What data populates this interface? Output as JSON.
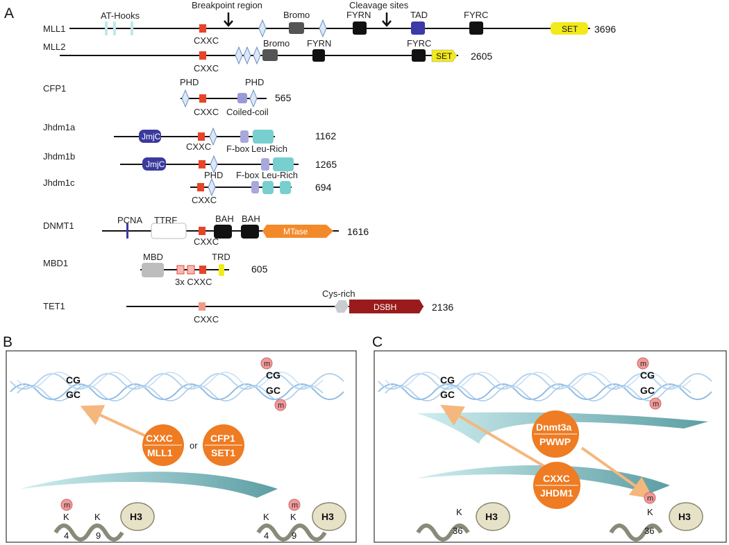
{
  "panels": {
    "a": "A",
    "b": "B",
    "c": "C"
  },
  "proteins": {
    "mll1": {
      "name": "MLL1",
      "length": "3696"
    },
    "mll2": {
      "name": "MLL2",
      "length": "2605"
    },
    "cfp1": {
      "name": "CFP1",
      "length": "565"
    },
    "jhdm1a": {
      "name": "Jhdm1a",
      "length": "1162"
    },
    "jhdm1b": {
      "name": "Jhdm1b",
      "length": "1265"
    },
    "jhdm1c": {
      "name": "Jhdm1c",
      "length": "694"
    },
    "dnmt1": {
      "name": "DNMT1",
      "length": "1616"
    },
    "mbd1": {
      "name": "MBD1",
      "length": "605"
    },
    "tet1": {
      "name": "TET1",
      "length": "2136"
    }
  },
  "domains": {
    "at_hooks": "AT-Hooks",
    "breakpoint": "Breakpoint region",
    "bromo": "Bromo",
    "cleavage": "Cleavage sites",
    "fyrn": "FYRN",
    "tad": "TAD",
    "fyrc": "FYRC",
    "set": "SET",
    "cxxc": "CXXC",
    "phd": "PHD",
    "coiled_coil": "Coiled-coil",
    "jmjc": "JmjC",
    "fbox": "F-box",
    "leu_rich": "Leu-Rich",
    "pcna": "PCNA",
    "ttrf": "TTRF",
    "bah": "BAH",
    "mtase": "MTase",
    "mbd": "MBD",
    "trd": "TRD",
    "cxxc3": "3x CXXC",
    "cys_rich": "Cys-rich",
    "dsbh": "DSBH"
  },
  "panel_b": {
    "cg": "CG",
    "gc": "GC",
    "circle1_top": "CXXC",
    "circle1_bot": "MLL1",
    "or": "or",
    "circle2_top": "CFP1",
    "circle2_bot": "SET1",
    "m": "m",
    "k": "K",
    "n4": "4",
    "n9": "9",
    "h3": "H3"
  },
  "panel_c": {
    "cg": "CG",
    "gc": "GC",
    "circle1_top": "Dnmt3a",
    "circle1_bot": "PWWP",
    "circle2_top": "CXXC",
    "circle2_bot": "JHDM1",
    "m": "m",
    "k": "K",
    "n36": "36",
    "h3": "H3"
  },
  "colors": {
    "cxxc": "#e8442a",
    "set": "#f2ea1a",
    "tad": "#3b3aa6",
    "bromo": "#555555",
    "jmjc": "#3a3a9e",
    "leu_rich": "#78cfcf",
    "fbox": "#a9a8dc",
    "mtase": "#f38a2a",
    "dsbh": "#9a1b1b",
    "effector": "#ef7b22",
    "dna": "#7fb2de",
    "methyl": "#f19a9a"
  }
}
